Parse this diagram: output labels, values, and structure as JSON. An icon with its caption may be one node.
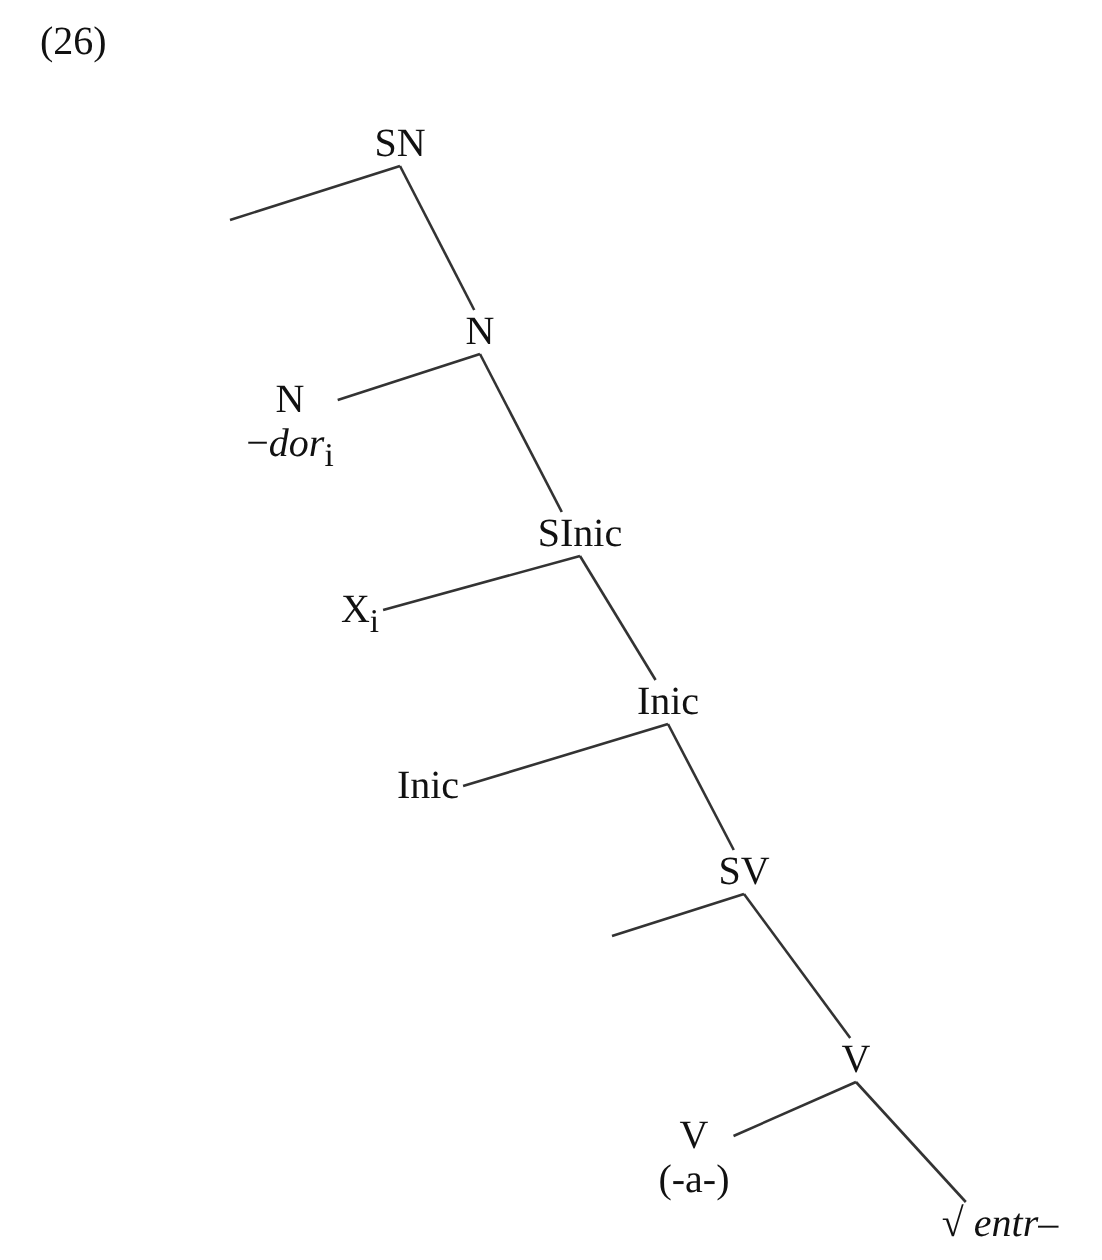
{
  "diagram": {
    "nodes": [
      {
        "text": [
          "SN"
        ]
      },
      {
        "text": [
          "N"
        ]
      },
      {
        "text": [
          "N"
        ],
        "beside": [
          "−*dor*$_{i}$"
        ]
      },
      {
        "text": [
          "SInic"
        ]
      },
      {
        "text": [
          "X$_{i}$"
        ]
      },
      {
        "text": [
          "Inic"
        ]
      },
      {
        "text": [
          "Inic"
        ]
      },
      {
        "text": [
          "SV"
        ]
      },
      {
        "text": [
          "V"
        ]
      },
      {
        "text": [
          "V"
        ],
        "beside": [
          "(-a-)"
        ]
      },
      {
        "text": [
          "√ *entr*–"
        ]
      }
    ],
    "edges": [
      {
        "from": 0,
        "to": null,
        "arrow": "none"
      },
      {
        "from": 0,
        "to": 1,
        "arrow": "none"
      },
      {
        "from": 1,
        "to": 2,
        "arrow": "none"
      },
      {
        "from": 1,
        "to": 3,
        "arrow": "none"
      },
      {
        "from": 3,
        "to": 4,
        "arrow": "none"
      },
      {
        "from": 3,
        "to": 5,
        "arrow": "none"
      },
      {
        "from": 5,
        "to": 6,
        "arrow": "none"
      },
      {
        "from": 5,
        "to": 7,
        "arrow": "none"
      },
      {
        "from": 7,
        "to": null,
        "arrow": "none"
      },
      {
        "from": 7,
        "to": 8,
        "arrow": "none"
      },
      {
        "from": 8,
        "to": 9,
        "arrow": "none"
      },
      {
        "from": 8,
        "to": 10,
        "arrow": "none"
      }
    ],
    "labels": [
      "(26)"
    ]
  }
}
